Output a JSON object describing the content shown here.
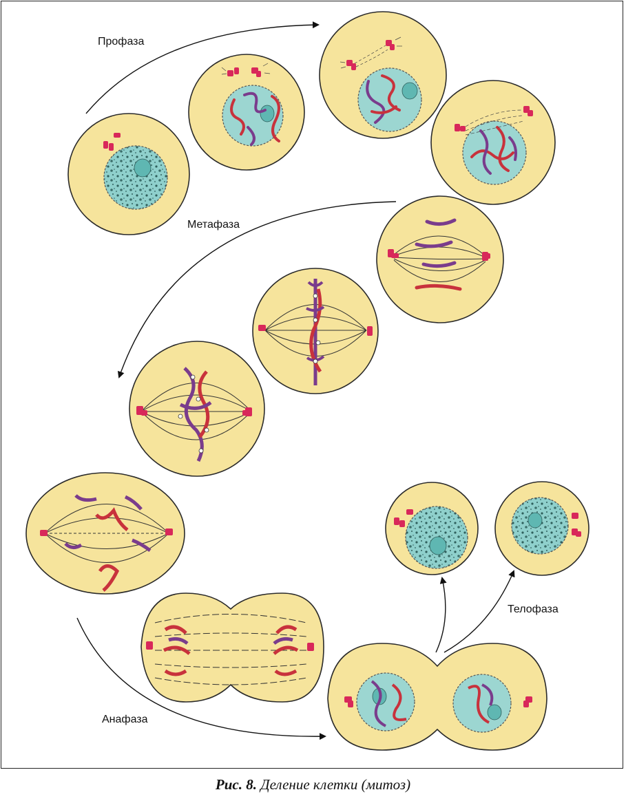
{
  "labels": {
    "prophase": "Профаза",
    "metaphase": "Метафаза",
    "anaphase": "Анафаза",
    "telophase": "Телофаза"
  },
  "caption": {
    "label": "Рис. 8.",
    "text": "Деление клетки (митоз)"
  },
  "colors": {
    "cytoplasm": "#f6e49c",
    "cell_edge": "#2a2a2a",
    "nucleus": "#8fd0cc",
    "nucleus_dots": "#2f5f5c",
    "centriole": "#d8285a",
    "chromosome_red": "#c8323c",
    "chromosome_purple": "#7a3c8c",
    "arrow": "#111111"
  }
}
